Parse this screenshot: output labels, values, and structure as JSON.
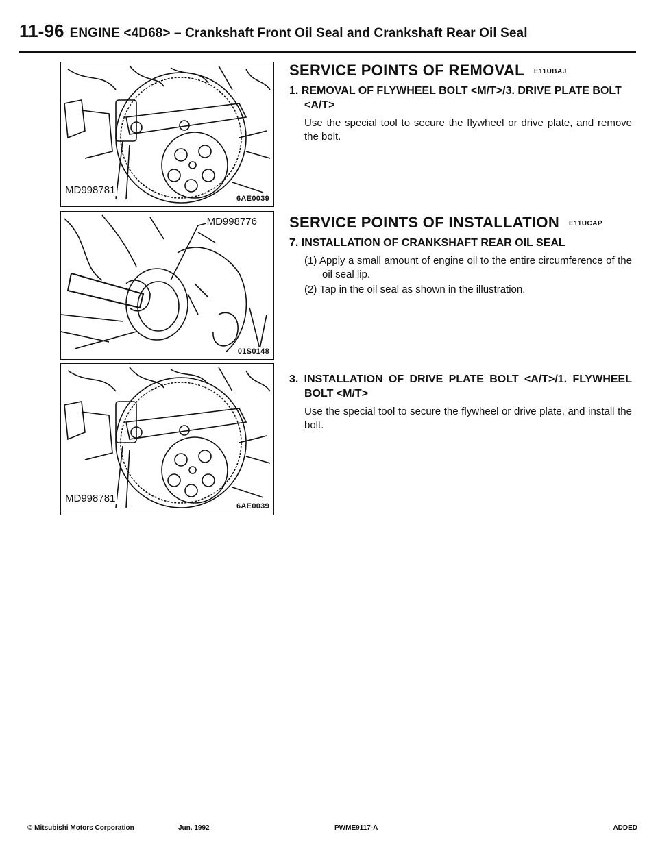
{
  "header": {
    "page_number": "11-96",
    "title": "ENGINE <4D68> – Crankshaft Front Oil Seal and Crankshaft Rear Oil Seal"
  },
  "figures": [
    {
      "tool_label": "MD998781",
      "code": "6AE0039"
    },
    {
      "tool_label": "MD998776",
      "code": "01S0148"
    },
    {
      "tool_label": "MD998781",
      "code": "6AE0039"
    }
  ],
  "removal": {
    "title": "SERVICE POINTS OF REMOVAL",
    "code": "E11UBAJ",
    "item_title": "1. REMOVAL OF FLYWHEEL BOLT <M/T>/3. DRIVE PLATE BOLT <A/T>",
    "item_body": "Use the special tool to secure the flywheel or drive plate, and remove the bolt."
  },
  "installation": {
    "title": "SERVICE POINTS OF INSTALLATION",
    "code": "E11UCAP",
    "item7_title": "7. INSTALLATION OF CRANKSHAFT REAR OIL SEAL",
    "step1": "(1) Apply a small amount of engine oil to the entire circumference of the oil seal lip.",
    "step2": "(2) Tap in the oil seal as shown in the illustration.",
    "item3_title": "3. INSTALLATION OF DRIVE PLATE BOLT <A/T>/1. FLYWHEEL BOLT <M/T>",
    "item3_body": "Use the special tool to secure the flywheel or drive plate, and install the bolt."
  },
  "footer": {
    "copyright": "© Mitsubishi Motors Corporation",
    "date": "Jun. 1992",
    "doc_id": "PWME9117-A",
    "status": "ADDED"
  }
}
